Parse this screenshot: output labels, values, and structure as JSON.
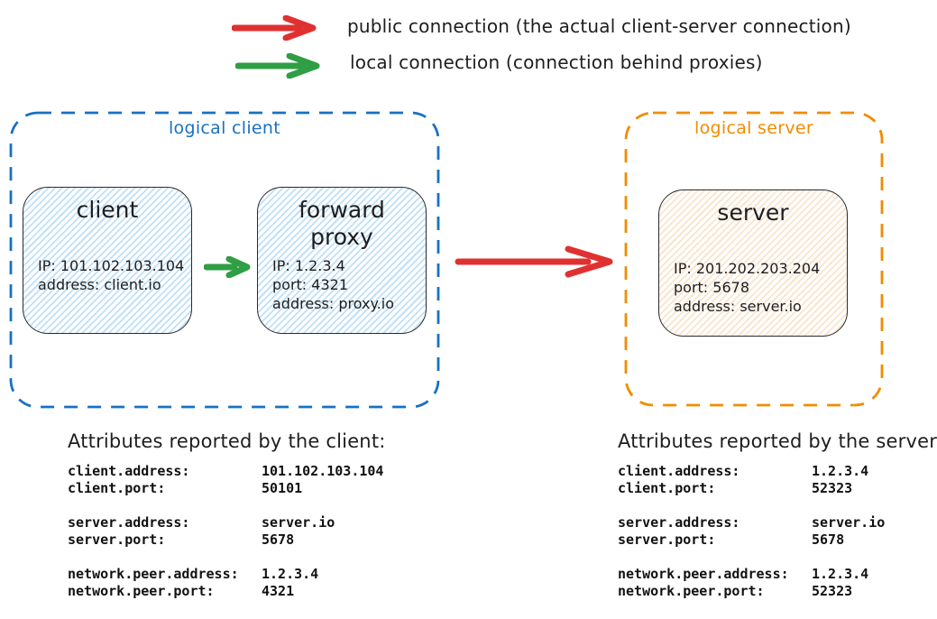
{
  "colors": {
    "ink": "#1e1e1e",
    "blue": "#1971c2",
    "orange": "#f08c00",
    "red": "#e03131",
    "green": "#2f9e44",
    "blue-fill": "#bfe0f8",
    "orange-fill": "#f9e4cb"
  },
  "legend": {
    "items": [
      {
        "name": "public-connection",
        "color": "#e03131",
        "label": "public connection (the actual client-server connection)"
      },
      {
        "name": "local-connection",
        "color": "#2f9e44",
        "label": "local connection (connection behind proxies)"
      }
    ]
  },
  "diagram": {
    "logical_client": {
      "label": "logical client",
      "border_color": "#1971c2",
      "nodes": [
        {
          "title": "client",
          "lines": [
            "IP: 101.102.103.104",
            "address: client.io"
          ]
        },
        {
          "title": "forward proxy",
          "lines": [
            "IP: 1.2.3.4",
            "port: 4321",
            "address: proxy.io"
          ]
        }
      ]
    },
    "logical_server": {
      "label": "logical server",
      "border_color": "#f08c00",
      "nodes": [
        {
          "title": "server",
          "lines": [
            "IP: 201.202.203.204",
            "port: 5678",
            "address: server.io"
          ]
        }
      ]
    }
  },
  "attributes_client": {
    "heading": "Attributes reported by the client:",
    "groups": [
      [
        {
          "key": "client.address:",
          "value": "101.102.103.104"
        },
        {
          "key": "client.port:",
          "value": "50101"
        }
      ],
      [
        {
          "key": "server.address:",
          "value": "server.io"
        },
        {
          "key": "server.port:",
          "value": "5678"
        }
      ],
      [
        {
          "key": "network.peer.address:",
          "value": "1.2.3.4"
        },
        {
          "key": "network.peer.port:",
          "value": "4321"
        }
      ]
    ]
  },
  "attributes_server": {
    "heading": "Attributes reported by the server:",
    "groups": [
      [
        {
          "key": "client.address:",
          "value": "1.2.3.4"
        },
        {
          "key": "client.port:",
          "value": "52323"
        }
      ],
      [
        {
          "key": "server.address:",
          "value": "server.io"
        },
        {
          "key": "server.port:",
          "value": "5678"
        }
      ],
      [
        {
          "key": "network.peer.address:",
          "value": "1.2.3.4"
        },
        {
          "key": "network.peer.port:",
          "value": "52323"
        }
      ]
    ]
  }
}
